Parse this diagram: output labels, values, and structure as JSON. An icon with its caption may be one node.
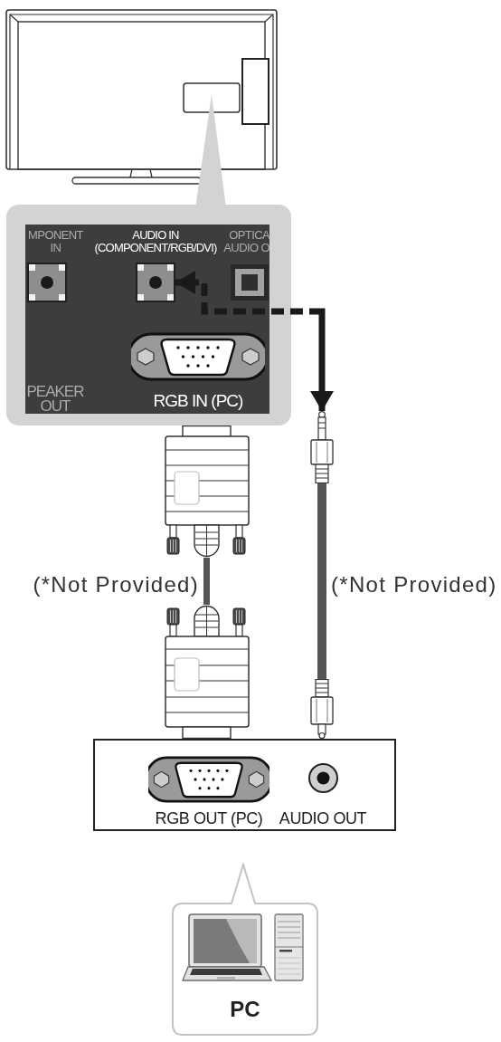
{
  "diagram": {
    "nodes": [
      {
        "text": [],
        "shape": "box"
      },
      {
        "text": [
          "MPONENT IN"
        ],
        "in": 0
      },
      {
        "text": [
          "AUDIO IN (COMPONENT/RGB/DVI)"
        ],
        "in": 0
      },
      {
        "text": [
          "OPTICA AUDIO O"
        ],
        "in": 0
      },
      {
        "text": [
          "RGB IN (PC)"
        ],
        "in": 0
      },
      {
        "text": [],
        "shape": "picture"
      },
      {
        "text": [],
        "shape": "picture"
      },
      {
        "text": [],
        "shape": "picture"
      },
      {
        "text": [],
        "shape": "picture"
      },
      {
        "text": [],
        "shape": "box"
      },
      {
        "text": [
          "RGB OUT (PC)"
        ],
        "in": 9
      },
      {
        "text": [
          "AUDIO OUT"
        ],
        "in": 9
      },
      {
        "text": [
          "PC"
        ]
      }
    ],
    "edges": [
      {
        "from": 2,
        "to": 6,
        "arrow": "both",
        "style": "dashed",
        "color": "#1a1a1a"
      },
      {
        "from": 5,
        "to": 7,
        "arrow": "none",
        "label": "(*Not Provided)"
      },
      {
        "from": 6,
        "to": 8,
        "arrow": "none",
        "label": "(*Not Provided)"
      }
    ],
    "labels": [
      "PEAKER OUT"
    ]
  }
}
